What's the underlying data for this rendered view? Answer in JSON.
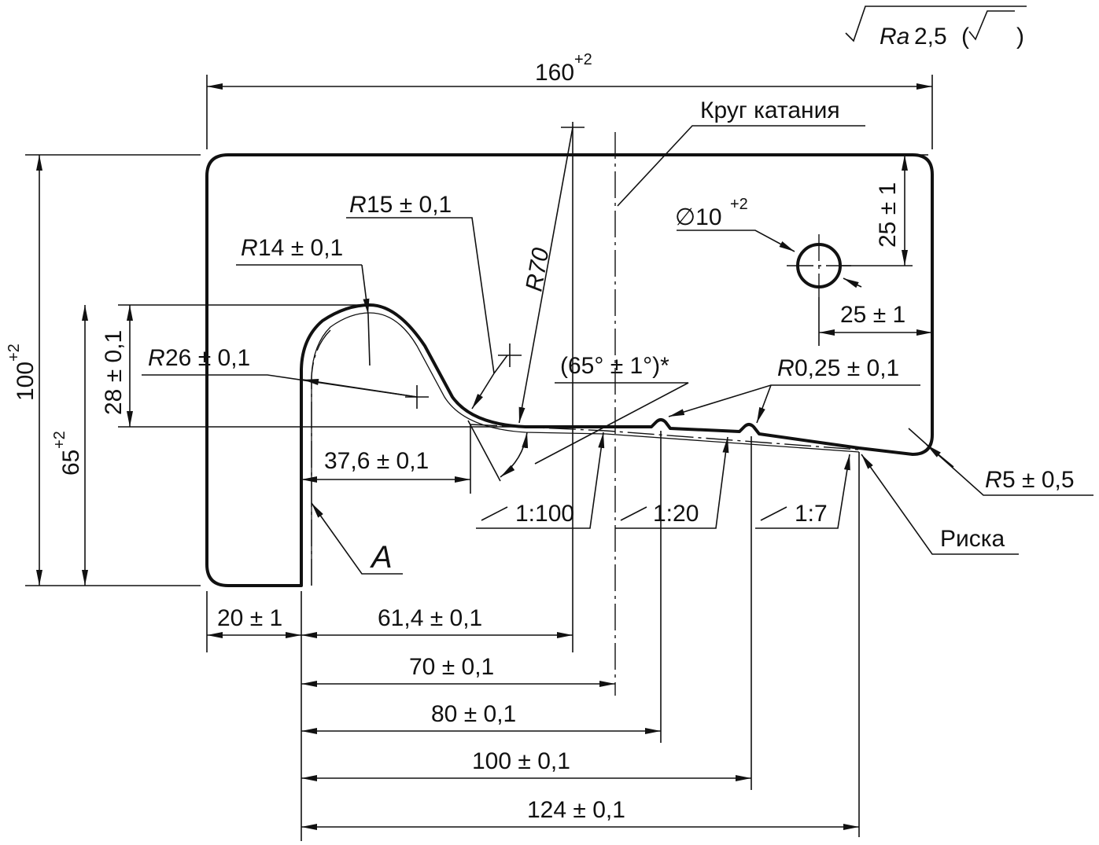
{
  "roughness": {
    "prefix": "Ra",
    "value": "2,5",
    "note_open": "(",
    "note_close": ")"
  },
  "dims": {
    "width_total": "160",
    "width_total_tol": "+2",
    "height_total": "100",
    "height_total_tol": "+2",
    "height_flange": "65",
    "height_flange_tol": "+2",
    "flange_height": "28 ± 0,1",
    "hole_dia": "∅10",
    "hole_dia_tol": "+2",
    "hole_from_top": "25 ± 1",
    "hole_from_right": "25 ± 1",
    "flange_width": "20 ± 1",
    "d61": "61,4 ± 0,1",
    "d70": "70 ± 0,1",
    "d80": "80 ± 0,1",
    "d100": "100 ± 0,1",
    "d124": "124 ± 0,1",
    "d37": "37,6 ± 0,1",
    "angle": "(65° ± 1°)*"
  },
  "radii": {
    "r15_prefix": "R",
    "r15": "15 ± 0,1",
    "r14_prefix": "R",
    "r14": "14 ± 0,1",
    "r26_prefix": "R",
    "r26": "26 ± 0,1",
    "r70_prefix": "R",
    "r70": "70",
    "r025_prefix": "R",
    "r025": "0,25 ± 0,1",
    "r5_prefix": "R",
    "r5": "5 ± 0,5"
  },
  "tapers": {
    "t1": "1:100",
    "t2": "1:20",
    "t3": "1:7"
  },
  "labels": {
    "rolling_circle": "Круг катания",
    "mark": "Риска",
    "view_a": "A"
  }
}
